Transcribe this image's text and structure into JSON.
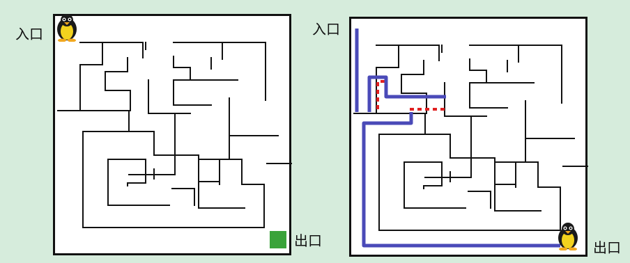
{
  "left_maze": {
    "entrance_label": "入口",
    "exit_label": "出口",
    "exit_color": "#3aa33a",
    "marker_icon": "penguin-icon"
  },
  "right_maze": {
    "entrance_label": "入口",
    "exit_label": "出口",
    "marker_icon": "penguin-icon",
    "solution_path_color": "#4a4ab8",
    "dead_end_path_color": "#e02020"
  }
}
